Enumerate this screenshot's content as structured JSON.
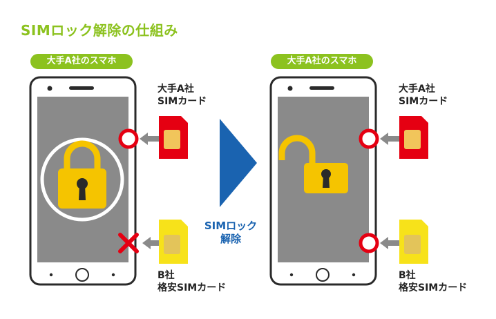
{
  "title": "SIMロック解除の仕組み",
  "left_panel": {
    "header": "大手A社のスマホ",
    "top_card_label": [
      "大手A社",
      "SIMカード"
    ],
    "bottom_card_label": [
      "B社",
      "格安SIMカード"
    ]
  },
  "right_panel": {
    "header": "大手A社のスマホ",
    "top_card_label": [
      "大手A社",
      "SIMカード"
    ],
    "bottom_card_label": [
      "B社",
      "格安SIMカード"
    ]
  },
  "center": {
    "label_line1": "SIMロック",
    "label_line2": "解除"
  },
  "colors": {
    "accent_green": "#8cc21f",
    "arrow_blue": "#1a63b0",
    "lock_yellow": "#f5c400",
    "sim_red": "#e50012",
    "sim_yellow": "#f7e21a",
    "ok_ring_red": "#e50012",
    "screen_gray": "#8a8a8a"
  }
}
